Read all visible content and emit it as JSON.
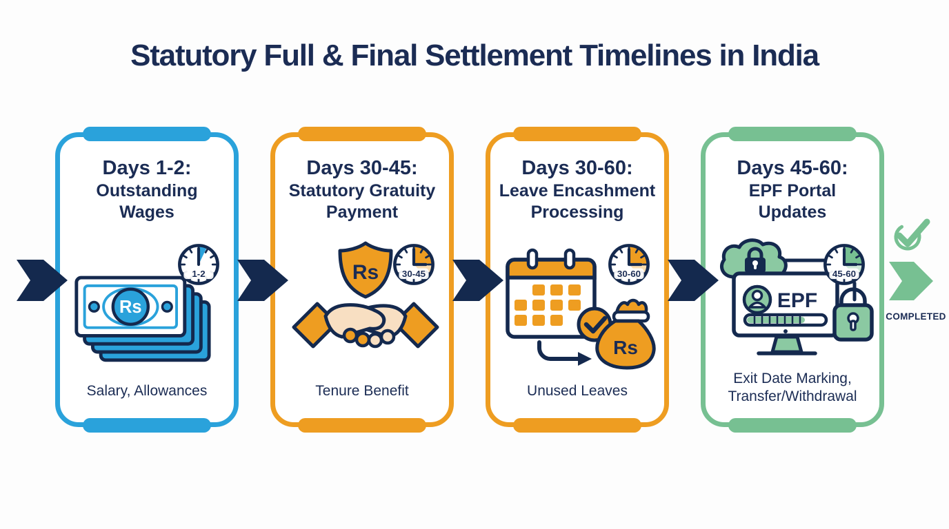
{
  "title": "Statutory Full & Final Settlement Timelines in India",
  "completed_label": "COMPLETED",
  "colors": {
    "navy": "#1B2C54",
    "navy_deep": "#14294E",
    "blue": "#2AA2DB",
    "orange": "#EE9D21",
    "green": "#77C092",
    "green_light": "#8BC9A2",
    "skin": "#F8DFC2"
  },
  "steps": [
    {
      "day_label": "Days 1-2:",
      "subtitle": "Outstanding\nWages",
      "footer": "Salary, Allowances",
      "clock_label": "1-2",
      "icon": "banknotes-icon",
      "icon_text": "Rs",
      "accent": "#2AA2DB"
    },
    {
      "day_label": "Days 30-45:",
      "subtitle": "Statutory Gratuity\nPayment",
      "footer": "Tenure Benefit",
      "clock_label": "30-45",
      "icon": "shield-handshake-icon",
      "icon_text": "Rs",
      "accent": "#EE9D21"
    },
    {
      "day_label": "Days 30-60:",
      "subtitle": "Leave Encashment\nProcessing",
      "footer": "Unused Leaves",
      "clock_label": "30-60",
      "icon": "calendar-moneybag-icon",
      "icon_text": "Rs",
      "accent": "#EE9D21"
    },
    {
      "day_label": "Days 45-60:",
      "subtitle": "EPF Portal\nUpdates",
      "footer": "Exit Date Marking,\nTransfer/Withdrawal",
      "clock_label": "45-60",
      "icon": "epf-portal-icon",
      "icon_text": "EPF",
      "accent": "#77C092"
    }
  ]
}
